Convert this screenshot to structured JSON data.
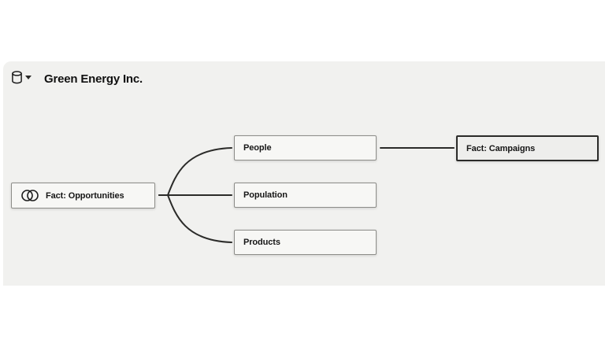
{
  "header": {
    "title": "Green Energy Inc.",
    "icons": {
      "database": "database-icon",
      "caret": "chevron-down-icon"
    }
  },
  "colors": {
    "page_bg": "#ffffff",
    "canvas_bg": "#f1f1ef",
    "node_bg": "#f7f7f5",
    "node_border": "#8d8d89",
    "selected_node_bg": "#eeeeec",
    "selected_node_border": "#2b2b29",
    "edge": "#2b2b29",
    "text": "#161616"
  },
  "diagram": {
    "nodes": [
      {
        "id": "fact-opportunities",
        "label": "Fact: Opportunities",
        "icon": "venn-overlap-icon",
        "type": "fact",
        "selected": false
      },
      {
        "id": "people",
        "label": "People",
        "type": "dimension",
        "selected": false
      },
      {
        "id": "population",
        "label": "Population",
        "type": "dimension",
        "selected": false
      },
      {
        "id": "products",
        "label": "Products",
        "type": "dimension",
        "selected": false
      },
      {
        "id": "fact-campaigns",
        "label": "Fact: Campaigns",
        "type": "fact",
        "selected": true
      }
    ],
    "edges": [
      {
        "from": "fact-opportunities",
        "to": "people"
      },
      {
        "from": "fact-opportunities",
        "to": "population"
      },
      {
        "from": "fact-opportunities",
        "to": "products"
      },
      {
        "from": "people",
        "to": "fact-campaigns"
      }
    ]
  }
}
